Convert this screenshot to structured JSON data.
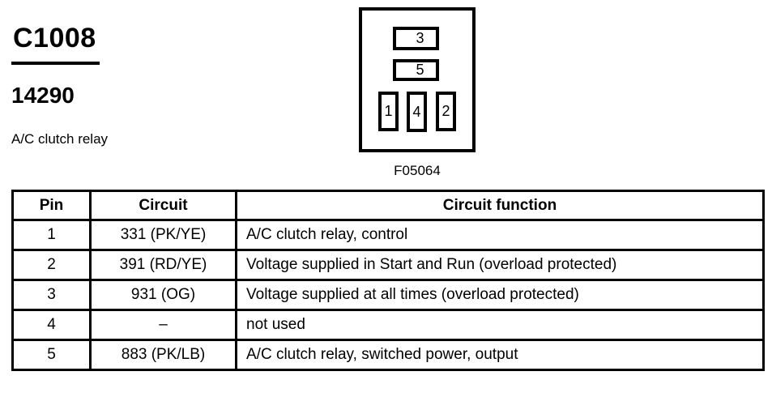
{
  "header": {
    "connector_id": "C1008",
    "part_number": "14290",
    "description": "A/C clutch relay"
  },
  "diagram": {
    "figure_label": "F05064",
    "wide_cavities": [
      "3",
      "5"
    ],
    "small_cavities": [
      "1",
      "4",
      "2"
    ]
  },
  "pin_table": {
    "headers": [
      "Pin",
      "Circuit",
      "Circuit function"
    ],
    "rows": [
      [
        "1",
        "331 (PK/YE)",
        "A/C clutch relay, control"
      ],
      [
        "2",
        "391 (RD/YE)",
        "Voltage supplied in Start and Run (overload protected)"
      ],
      [
        "3",
        "931 (OG)",
        "Voltage supplied at all times (overload protected)"
      ],
      [
        "4",
        "–",
        "not used"
      ],
      [
        "5",
        "883 (PK/LB)",
        "A/C clutch relay, switched power, output"
      ]
    ]
  },
  "colors": {
    "ink": "#000000",
    "paper": "#ffffff"
  }
}
